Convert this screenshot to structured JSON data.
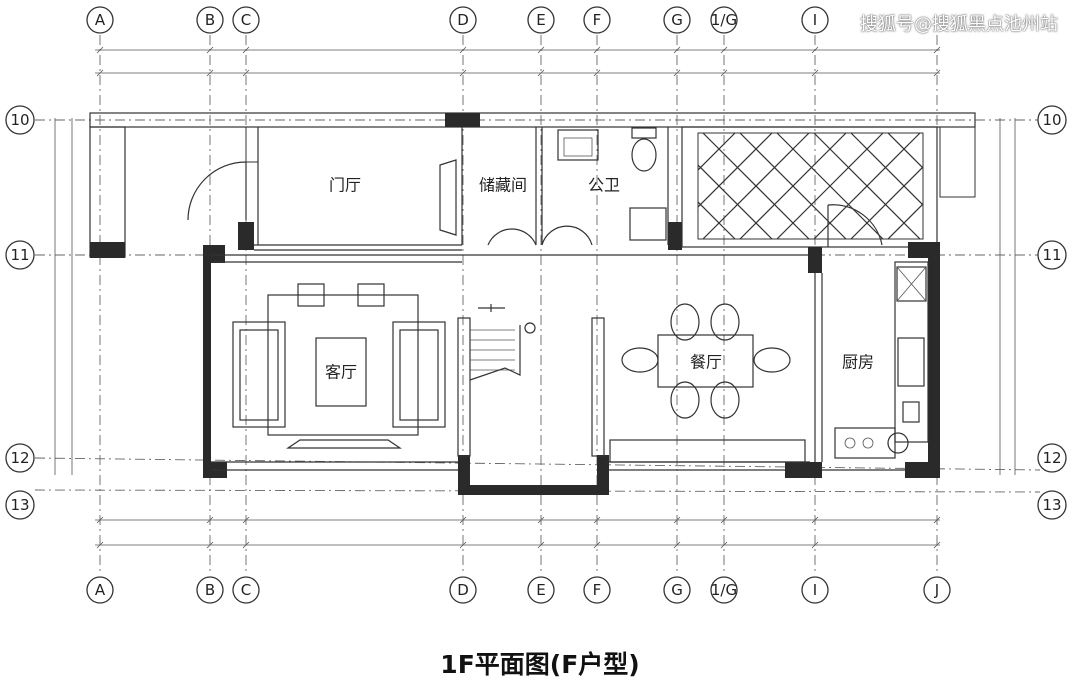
{
  "title": "1F平面图(F户型)",
  "watermark": "搜狐号@搜狐黑点池州站",
  "axes_vertical": [
    "A",
    "B",
    "C",
    "D",
    "E",
    "F",
    "G",
    "1/G",
    "I",
    "J"
  ],
  "axes_horizontal": [
    "10",
    "11",
    "12",
    "13"
  ],
  "rooms": {
    "foyer": "门厅",
    "storage": "储藏间",
    "bathroom": "公卫",
    "living": "客厅",
    "dining": "餐厅",
    "kitchen": "厨房"
  }
}
